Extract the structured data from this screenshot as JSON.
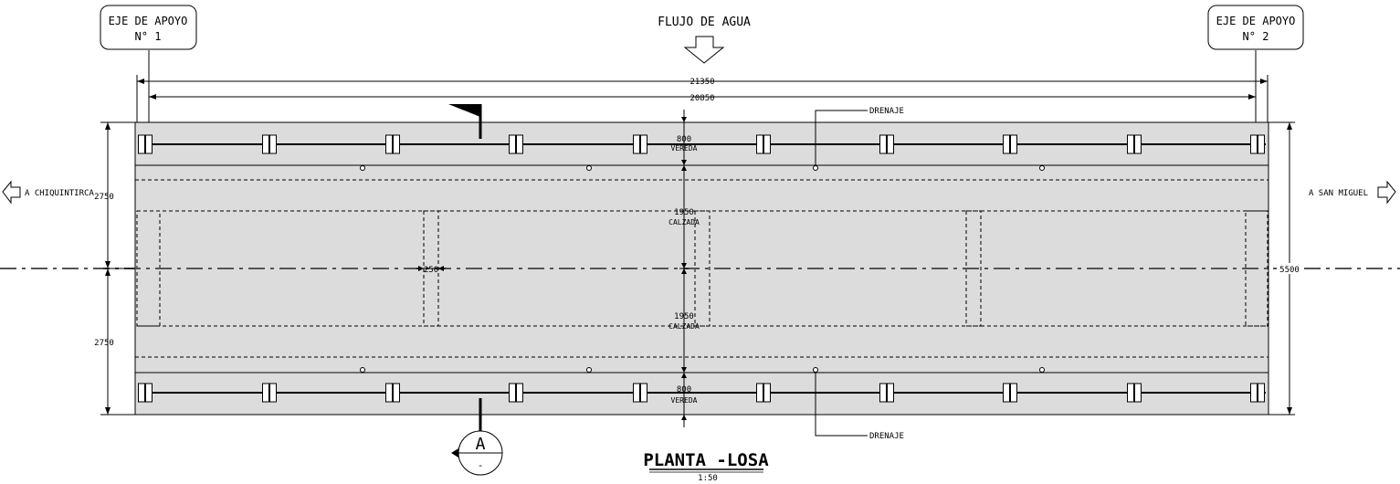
{
  "support_axis_1": {
    "line1": "EJE DE APOYO",
    "line2": "N° 1"
  },
  "support_axis_2": {
    "line1": "EJE DE APOYO",
    "line2": "N° 2"
  },
  "flow_label": "FLUJO DE AGUA",
  "dimensions": {
    "overall_length": "21350",
    "span_length": "20850",
    "half_width_top": "2750",
    "half_width_bottom": "2750",
    "total_width": "5500",
    "beam_gap": "250",
    "sidewalk_top": {
      "value": "800",
      "label": "VEREDA"
    },
    "sidewalk_bottom": {
      "value": "800",
      "label": "VEREDA"
    },
    "roadway_top": {
      "value": "1950",
      "label": "CALZADA"
    },
    "roadway_bottom": {
      "value": "1950",
      "label": "CALZADA"
    }
  },
  "drain_top": "DRENAJE",
  "drain_bottom": "DRENAJE",
  "direction_left": "A CHIQUINTIRCA",
  "direction_right": "A SAN MIGUEL",
  "section_marker": {
    "letter": "A",
    "sheet": "-"
  },
  "title": "PLANTA -LOSA",
  "scale": "1:50",
  "colors": {
    "slab_fill": "#dcdcdc",
    "line": "#000000",
    "centerline": "#555555"
  }
}
